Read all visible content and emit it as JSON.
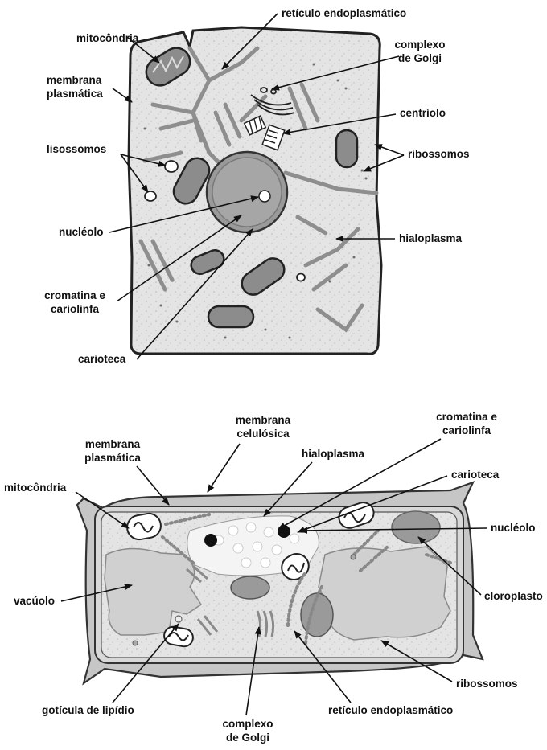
{
  "colors": {
    "cytoplasm": "#e6e6e6",
    "outline": "#222222",
    "organelle": "#8c8c8c",
    "dark": "#111111",
    "white": "#ffffff",
    "cell_wall": "#c8c8c8"
  },
  "animal_cell": {
    "labels": {
      "reticulo": "retículo endoplasmático",
      "golgi_1": "complexo",
      "golgi_2": "de Golgi",
      "mitocondria": "mitocôndria",
      "membrana_1": "membrana",
      "membrana_2": "plasmática",
      "centriolo": "centríolo",
      "lisossomos": "lisossomos",
      "ribossomos": "ribossomos",
      "nucleolo": "nucléolo",
      "hialoplasma": "hialoplasma",
      "cromatina_1": "cromatina e",
      "cromatina_2": "cariolinfa",
      "carioteca": "carioteca"
    }
  },
  "plant_cell": {
    "labels": {
      "membrana_cel_1": "membrana",
      "membrana_cel_2": "celulósica",
      "cromatina_1": "cromatina e",
      "cromatina_2": "cariolinfa",
      "membrana_pl_1": "membrana",
      "membrana_pl_2": "plasmática",
      "hialoplasma": "hialoplasma",
      "carioteca": "carioteca",
      "mitocondria": "mitocôndria",
      "nucleolo": "nucléolo",
      "vacuolo": "vacúolo",
      "cloroplasto": "cloroplasto",
      "ribossomos": "ribossomos",
      "goticula": "gotícula de lipídio",
      "golgi_1": "complexo",
      "golgi_2": "de Golgi",
      "reticulo": "retículo endoplasmático"
    }
  }
}
